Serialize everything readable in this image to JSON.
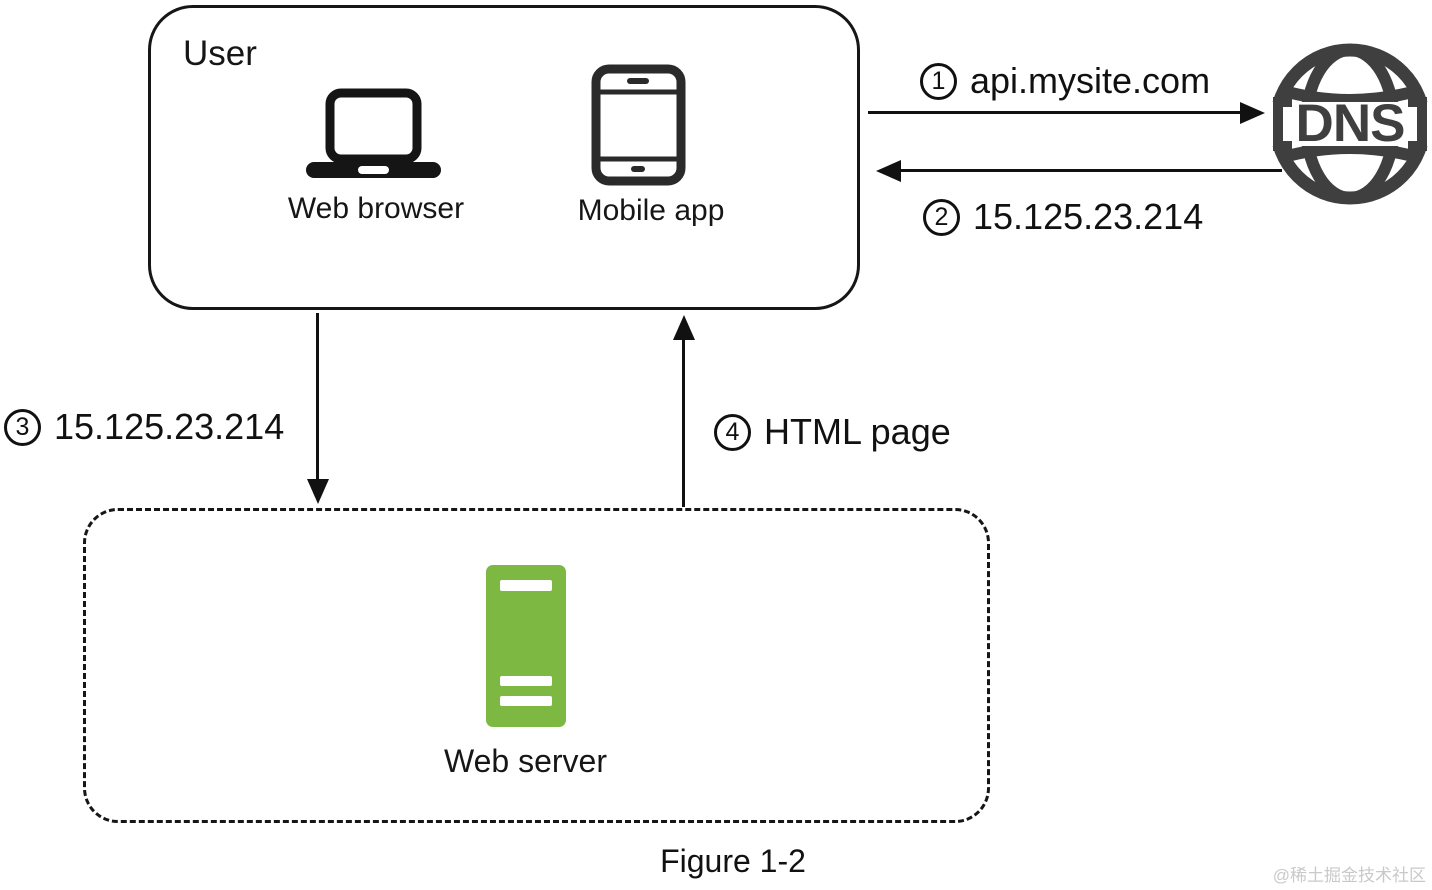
{
  "user_box": {
    "title": "User",
    "devices": [
      {
        "icon": "laptop-icon",
        "label": "Web browser"
      },
      {
        "icon": "smartphone-icon",
        "label": "Mobile app"
      }
    ]
  },
  "dns": {
    "icon": "globe-icon",
    "label": "DNS"
  },
  "server_box": {
    "icon": "server-icon",
    "label": "Web server"
  },
  "steps": [
    {
      "num": "1",
      "label": "api.mysite.com",
      "from": "user",
      "to": "dns",
      "direction": "right"
    },
    {
      "num": "2",
      "label": "15.125.23.214",
      "from": "dns",
      "to": "user",
      "direction": "left"
    },
    {
      "num": "3",
      "label": "15.125.23.214",
      "from": "user",
      "to": "web-server",
      "direction": "down"
    },
    {
      "num": "4",
      "label": "HTML page",
      "from": "web-server",
      "to": "user",
      "direction": "up"
    }
  ],
  "caption": "Figure 1-2",
  "watermark": "@稀土掘金技术社区",
  "colors": {
    "server_green": "#7DB843",
    "dns_gray": "#3F3F3F",
    "line_black": "#111111",
    "watermark_gray": "#C9C9C9"
  }
}
